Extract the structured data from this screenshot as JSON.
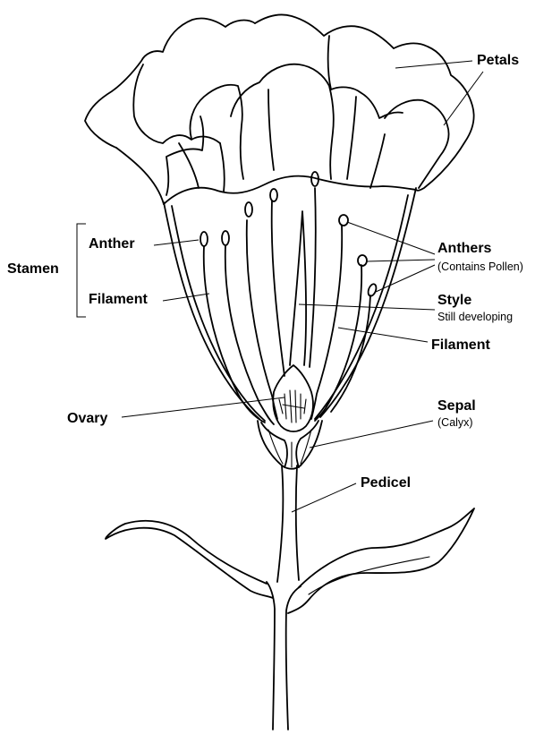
{
  "labels": {
    "petals": "Petals",
    "anther": "Anther",
    "stamen": "Stamen",
    "filament_left": "Filament",
    "anthers": "Anthers",
    "anthers_note": "(Contains Pollen)",
    "style": "Style",
    "style_note": "Still developing",
    "filament_right": "Filament",
    "ovary": "Ovary",
    "sepal": "Sepal",
    "sepal_note": "(Calyx)",
    "pedicel": "Pedicel"
  },
  "colors": {
    "ink": "#000000",
    "background": "#ffffff"
  }
}
